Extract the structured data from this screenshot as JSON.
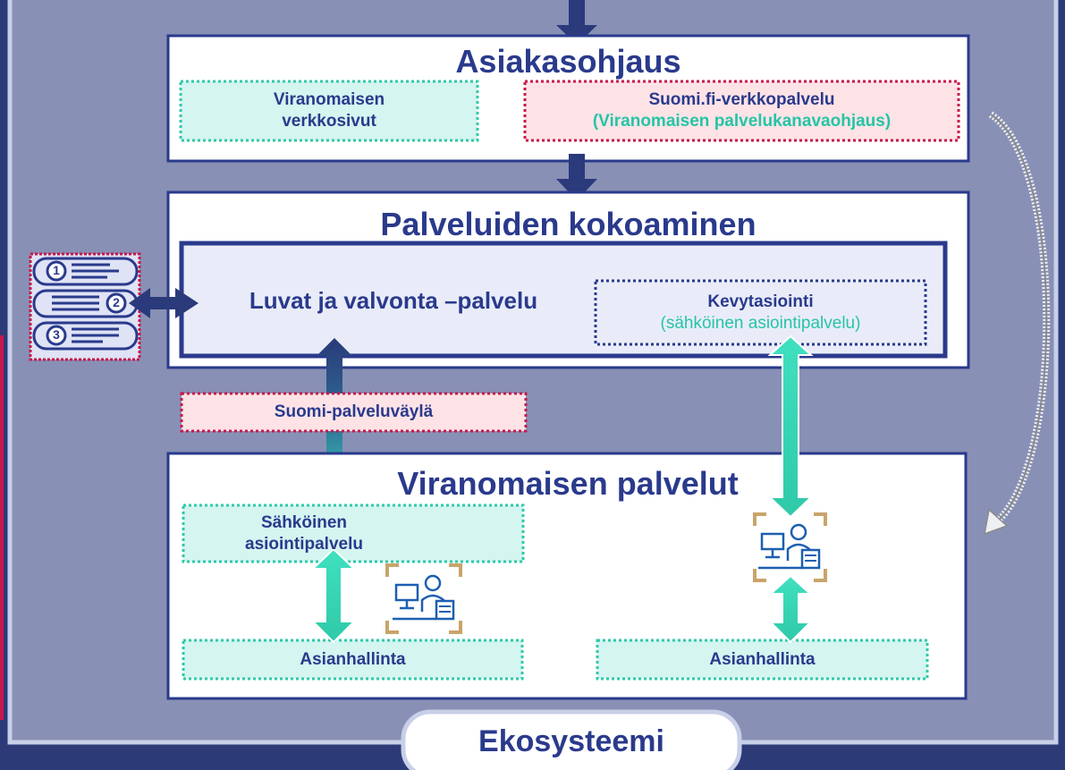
{
  "colors": {
    "outer_background": "#2c3b78",
    "ecosystem_panel": "#8890b5",
    "box_border": "#2a3a8c",
    "title_text": "#2a3a8c",
    "teal_fill": "#d4f5f0",
    "teal_dotted": "#2fc9a8",
    "pink_fill": "#fde3e6",
    "red_dotted": "#c9174a",
    "accent_teal_text": "#26c4a6",
    "frame_corner": "#c9a46a",
    "arrow_dark": "#2a3a7a",
    "arrow_teal": "#3fe0c0"
  },
  "asiakasohjaus": {
    "title": "Asiakasohjaus",
    "viranomaisen_line1": "Viranomaisen",
    "viranomaisen_line2": "verkkosivut",
    "suomifi_line1": "Suomi.fi-verkkopalvelu",
    "suomifi_line2": "(Viranomaisen palvelukanavaohjaus)"
  },
  "kokoaminen": {
    "title": "Palveluiden kokoaminen",
    "luvat": "Luvat ja valvonta –palvelu",
    "kevyt_line1": "Kevytasiointi",
    "kevyt_line2": "(sähköinen asiointipalvelu)"
  },
  "palveluvayla": "Suomi-palveluväylä",
  "viranomaisen_palvelut": {
    "title": "Viranomaisen palvelut",
    "sahkoinen_line1": "Sähköinen",
    "sahkoinen_line2": "asiointipalvelu",
    "asianhallinta_left": "Asianhallinta",
    "asianhallinta_right": "Asianhallinta"
  },
  "list_icon_numbers": [
    "1",
    "2",
    "3"
  ],
  "ekosysteemi": "Ekosysteemi",
  "icons": [
    "list-steps-icon",
    "clerk-workstation-icon",
    "curved-arrow-icon"
  ]
}
